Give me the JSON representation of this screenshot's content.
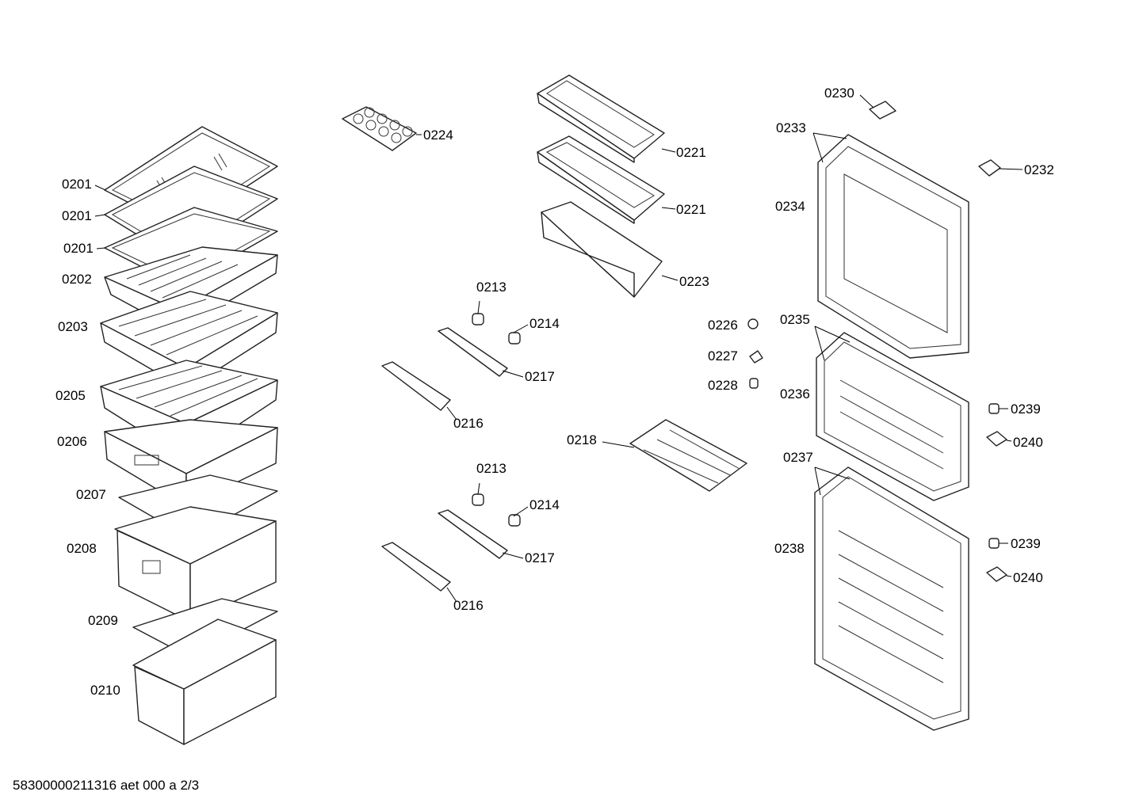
{
  "footer": "58300000211316 aet 000 a 2/3",
  "labels": [
    {
      "id": "l0201a",
      "text": "0201"
    },
    {
      "id": "l0201b",
      "text": "0201"
    },
    {
      "id": "l0201c",
      "text": "0201"
    },
    {
      "id": "l0202",
      "text": "0202"
    },
    {
      "id": "l0203",
      "text": "0203"
    },
    {
      "id": "l0205",
      "text": "0205"
    },
    {
      "id": "l0206",
      "text": "0206"
    },
    {
      "id": "l0207",
      "text": "0207"
    },
    {
      "id": "l0208",
      "text": "0208"
    },
    {
      "id": "l0209",
      "text": "0209"
    },
    {
      "id": "l0210",
      "text": "0210"
    },
    {
      "id": "l0224",
      "text": "0224"
    },
    {
      "id": "l0213a",
      "text": "0213"
    },
    {
      "id": "l0214a",
      "text": "0214"
    },
    {
      "id": "l0217a",
      "text": "0217"
    },
    {
      "id": "l0216a",
      "text": "0216"
    },
    {
      "id": "l0213b",
      "text": "0213"
    },
    {
      "id": "l0214b",
      "text": "0214"
    },
    {
      "id": "l0217b",
      "text": "0217"
    },
    {
      "id": "l0216b",
      "text": "0216"
    },
    {
      "id": "l0221a",
      "text": "0221"
    },
    {
      "id": "l0221b",
      "text": "0221"
    },
    {
      "id": "l0223",
      "text": "0223"
    },
    {
      "id": "l0218",
      "text": "0218"
    },
    {
      "id": "l0226",
      "text": "0226"
    },
    {
      "id": "l0227",
      "text": "0227"
    },
    {
      "id": "l0228",
      "text": "0228"
    },
    {
      "id": "l0230",
      "text": "0230"
    },
    {
      "id": "l0232",
      "text": "0232"
    },
    {
      "id": "l0233",
      "text": "0233"
    },
    {
      "id": "l0234",
      "text": "0234"
    },
    {
      "id": "l0235",
      "text": "0235"
    },
    {
      "id": "l0236",
      "text": "0236"
    },
    {
      "id": "l0237",
      "text": "0237"
    },
    {
      "id": "l0238",
      "text": "0238"
    },
    {
      "id": "l0239a",
      "text": "0239"
    },
    {
      "id": "l0240a",
      "text": "0240"
    },
    {
      "id": "l0239b",
      "text": "0239"
    },
    {
      "id": "l0240b",
      "text": "0240"
    }
  ]
}
